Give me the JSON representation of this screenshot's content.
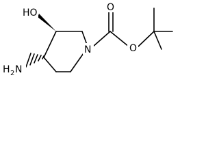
{
  "diagram": {
    "atoms": {
      "hydroxyl": "HO",
      "ring_nitrogen": "N",
      "carbonyl_oxygen": "O",
      "ester_oxygen": "O",
      "amine": "H",
      "amine_n": "N",
      "amine_subscript": "2"
    },
    "colors": {
      "bond": "#000000",
      "background": "#ffffff"
    }
  }
}
